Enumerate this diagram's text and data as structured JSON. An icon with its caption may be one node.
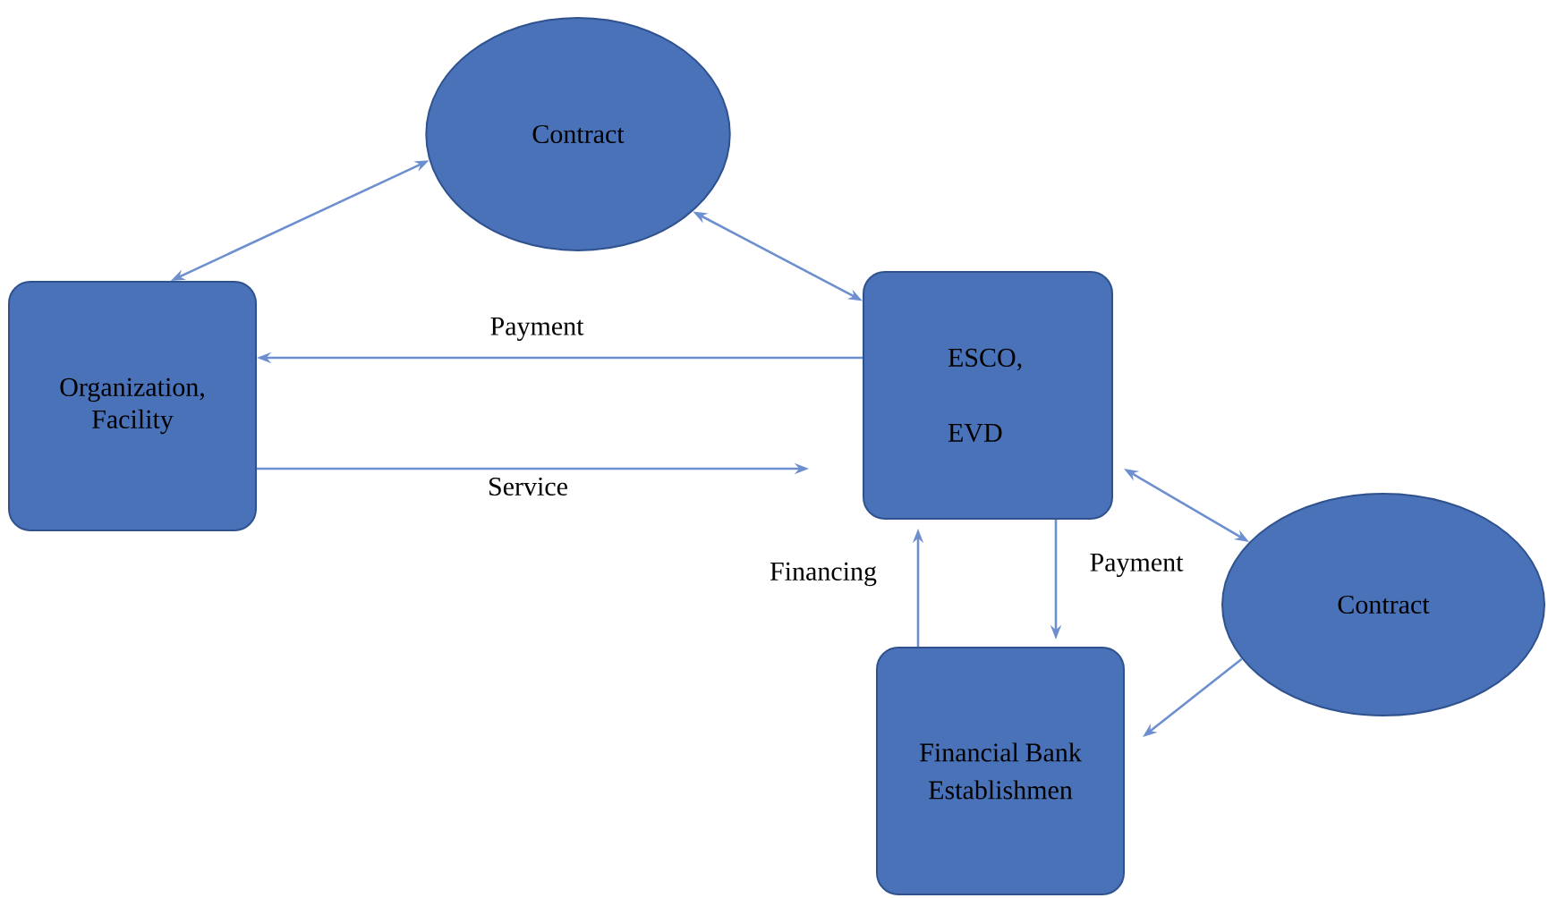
{
  "diagram": {
    "nodes": [
      {
        "text": [
          "Contract"
        ]
      },
      {
        "text": [
          "Organization, Facility"
        ]
      },
      {
        "text": [
          "ESCO, EVD"
        ]
      },
      {
        "text": [
          "Contract"
        ]
      },
      {
        "text": [
          "Financial Bank Establishmen"
        ]
      }
    ],
    "edges": [
      {
        "from": 1,
        "to": 0,
        "arrow": "both"
      },
      {
        "from": 0,
        "to": 2,
        "arrow": "both"
      },
      {
        "from": 2,
        "to": 1,
        "arrow": "to",
        "label": "Payment"
      },
      {
        "from": 1,
        "to": 2,
        "arrow": "to",
        "label": "Service"
      },
      {
        "from": 2,
        "to": 3,
        "arrow": "both"
      },
      {
        "from": 3,
        "to": 4,
        "arrow": "to"
      },
      {
        "from": 4,
        "to": 2,
        "arrow": "to",
        "label": "Financing"
      },
      {
        "from": 2,
        "to": 4,
        "arrow": "to",
        "label": "Payment"
      }
    ]
  }
}
